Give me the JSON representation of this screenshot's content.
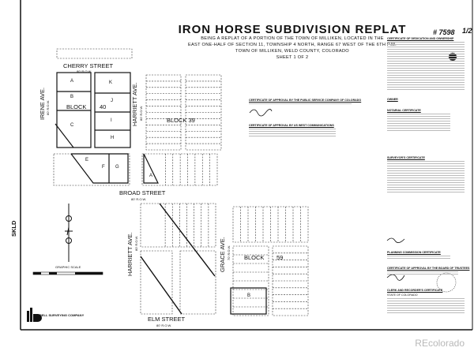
{
  "document": {
    "title": "IRON HORSE SUBDIVISION REPLAT",
    "subtitle_lines": [
      "BEING A REPLAT OF A PORTION OF THE TOWN OF MILLIKEN, LOCATED IN THE",
      "EAST ONE-HALF OF SECTION 11, TOWNSHIP 4 NORTH, RANGE 67 WEST OF THE 6TH P.M.",
      "TOWN OF MILLIKEN, WELD COUNTY, COLORADO"
    ],
    "sheet": "SHEET 1 OF 2",
    "record_number": "# 7598",
    "page_fraction": "1/2"
  },
  "map": {
    "streets": {
      "cherry": "CHERRY STREET",
      "broad": "BROAD STREET",
      "elm": "ELM STREET",
      "irene": "IRENE AVE.",
      "harriett": "HARRIETT AVE.",
      "grace": "GRACE AVE.",
      "row_80": "80' R.O.W.",
      "row_70": "70' R.O.W."
    },
    "blocks": {
      "block_word": "BLOCK",
      "b40": "40",
      "b39": "BLOCK 39",
      "b59": "59"
    },
    "lots": [
      "A",
      "B",
      "C",
      "K",
      "J",
      "I",
      "H",
      "E",
      "F",
      "G",
      "A",
      "B"
    ],
    "graphic_scale": "GRAPHIC SCALE",
    "side_stamp": "SKLD",
    "company": "BELL SURVEYING COMPANY"
  },
  "certificates": {
    "public_service": "CERTIFICATE OF APPROVAL BY THE PUBLIC SERVICE COMPANY OF COLORADO",
    "us_west": "CERTIFICATE OF APPROVAL BY US WEST COMMUNICATIONS",
    "dedication": "CERTIFICATE OF DEDICATION AND OWNERSHIP",
    "notarial": "NOTARIAL CERTIFICATE",
    "surveyor": "SURVEYOR'S CERTIFICATE",
    "planning": "PLANNING COMMISSION CERTIFICATE",
    "trustees": "CERTIFICATE OF APPROVAL BY THE BOARD OF TRUSTEES",
    "clerk": "CLERK AND RECORDER'S CERTIFICATE",
    "owner": "OWNER",
    "state": "STATE OF COLORADO"
  },
  "watermark": "REcolorado"
}
